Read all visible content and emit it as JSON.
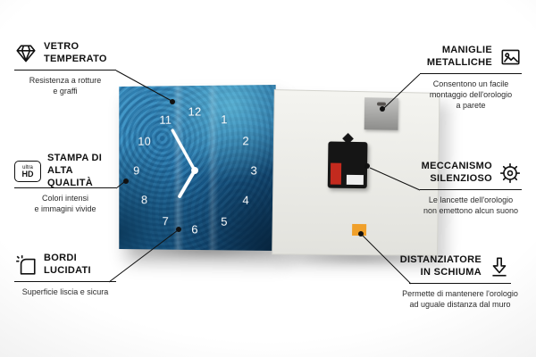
{
  "features_left": [
    {
      "title": "VETRO\nTEMPERATO",
      "desc": "Resistenza a rotture\ne graffi"
    },
    {
      "title": "STAMPA DI\nALTA QUALITÀ",
      "desc": "Colori intensi\ne immagini vivide"
    },
    {
      "title": "BORDI\nLUCIDATI",
      "desc": "Superficie liscia e sicura"
    }
  ],
  "features_right": [
    {
      "title": "MANIGLIE\nMETALLICHE",
      "desc": "Consentono un facile\nmontaggio dell'orologio\na parete"
    },
    {
      "title": "MECCANISMO\nSILENZIOSO",
      "desc": "Le lancette dell'orologio\nnon emettono alcun suono"
    },
    {
      "title": "DISTANZIATORE\nIN SCHIUMA",
      "desc": "Permette di mantenere l'orologio\nad uguale distanza dal muro"
    }
  ],
  "icons": {
    "ultra_label": "ultra",
    "hd_label": "HD"
  },
  "clock": {
    "numbers": [
      "12",
      "1",
      "2",
      "3",
      "4",
      "5",
      "6",
      "7",
      "8",
      "9",
      "10",
      "11"
    ]
  },
  "colors": {
    "foam_orange": "#f0a02a",
    "clock_blue": "#1d6ca3",
    "line_black": "#111111"
  }
}
